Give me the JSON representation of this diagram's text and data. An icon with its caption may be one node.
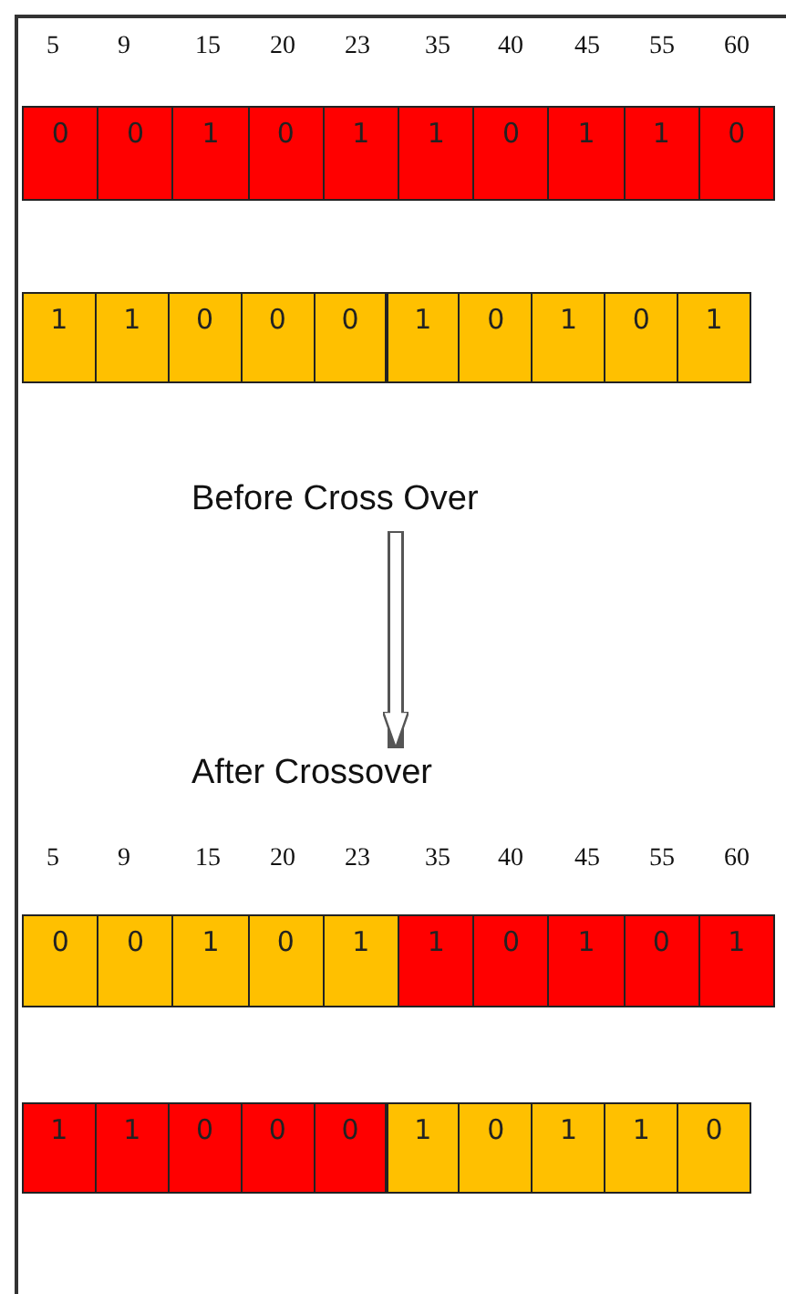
{
  "diagram": {
    "nodes": [
      {
        "text": [
          "0"
        ]
      },
      {
        "text": [
          "0"
        ]
      },
      {
        "text": [
          "1"
        ]
      },
      {
        "text": [
          "0"
        ]
      },
      {
        "text": [
          "1"
        ]
      },
      {
        "text": [
          "1"
        ]
      },
      {
        "text": [
          "0"
        ]
      },
      {
        "text": [
          "1"
        ]
      },
      {
        "text": [
          "1"
        ]
      },
      {
        "text": [
          "0"
        ]
      },
      {
        "text": [
          "1"
        ]
      },
      {
        "text": [
          "1"
        ]
      },
      {
        "text": [
          "0"
        ]
      },
      {
        "text": [
          "0"
        ]
      },
      {
        "text": [
          "0"
        ]
      },
      {
        "text": [
          "1"
        ]
      },
      {
        "text": [
          "0"
        ]
      },
      {
        "text": [
          "1"
        ]
      },
      {
        "text": [
          "0"
        ]
      },
      {
        "text": [
          "1"
        ]
      },
      {
        "text": [
          "Before Cross Over"
        ]
      },
      {
        "text": [
          "After Crossover"
        ]
      },
      {
        "text": [
          "0"
        ]
      },
      {
        "text": [
          "0"
        ]
      },
      {
        "text": [
          "1"
        ]
      },
      {
        "text": [
          "0"
        ]
      },
      {
        "text": [
          "1"
        ]
      },
      {
        "text": [
          "1"
        ]
      },
      {
        "text": [
          "0"
        ]
      },
      {
        "text": [
          "1"
        ]
      },
      {
        "text": [
          "0"
        ]
      },
      {
        "text": [
          "1"
        ]
      },
      {
        "text": [
          "1"
        ]
      },
      {
        "text": [
          "1"
        ]
      },
      {
        "text": [
          "0"
        ]
      },
      {
        "text": [
          "0"
        ]
      },
      {
        "text": [
          "0"
        ]
      },
      {
        "text": [
          "1"
        ]
      },
      {
        "text": [
          "0"
        ]
      },
      {
        "text": [
          "1"
        ]
      },
      {
        "text": [
          "1"
        ]
      },
      {
        "text": [
          "0"
        ]
      }
    ],
    "edges": [
      {
        "from": 20,
        "to": 21,
        "arrow": "to"
      }
    ],
    "labels": [
      "5",
      "9",
      "15",
      "20",
      "23",
      "35",
      "40",
      "45",
      "55",
      "60",
      "5",
      "9",
      "15",
      "20",
      "23",
      "35",
      "40",
      "45",
      "55",
      "60"
    ]
  }
}
